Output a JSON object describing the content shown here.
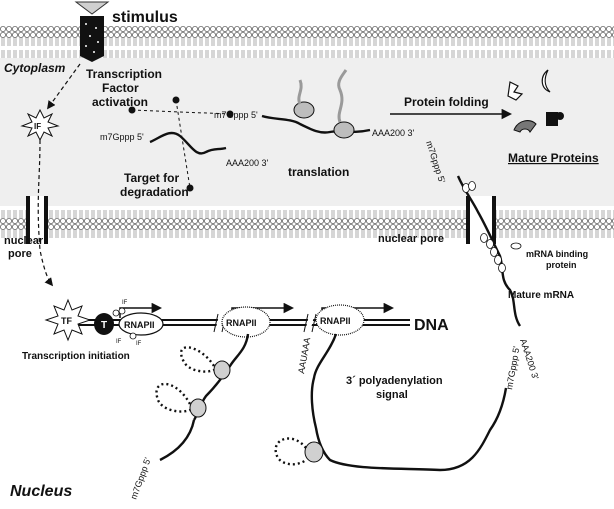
{
  "labels": {
    "stimulus": "stimulus",
    "cytoplasm": "Cytoplasm",
    "nucleus": "Nucleus",
    "tf_activation_1": "Transcription",
    "tf_activation_2": "Factor",
    "tf_activation_3": "activation",
    "target_1": "Target for",
    "target_2": "degradation",
    "translation": "translation",
    "protein_folding": "Protein folding",
    "mature_proteins": "Mature Proteins",
    "nuclear_pore_left_1": "nuclear",
    "nuclear_pore_left_2": "pore",
    "nuclear_pore_right": "nuclear pore",
    "mrna_binding_1": "mRNA binding",
    "mrna_binding_2": "protein",
    "mature_mrna": "Mature mRNA",
    "dna": "DNA",
    "transcription_initiation": "Transcription initiation",
    "polyadenylation_1": "3´ polyadenylation",
    "polyadenylation_2": "signal",
    "auuaaa": "AAUAAA",
    "cap": "m7Gppp 5'",
    "polya": "AAA200 3'",
    "tf": "TF",
    "t": "T",
    "rnapii": "RNAPII",
    "if": "IF"
  },
  "colors": {
    "membrane": "#8a8a8a",
    "cytoplasm_fill": "#efefef",
    "ink": "#111111",
    "polymerase_fill": "#d0d0d0"
  }
}
